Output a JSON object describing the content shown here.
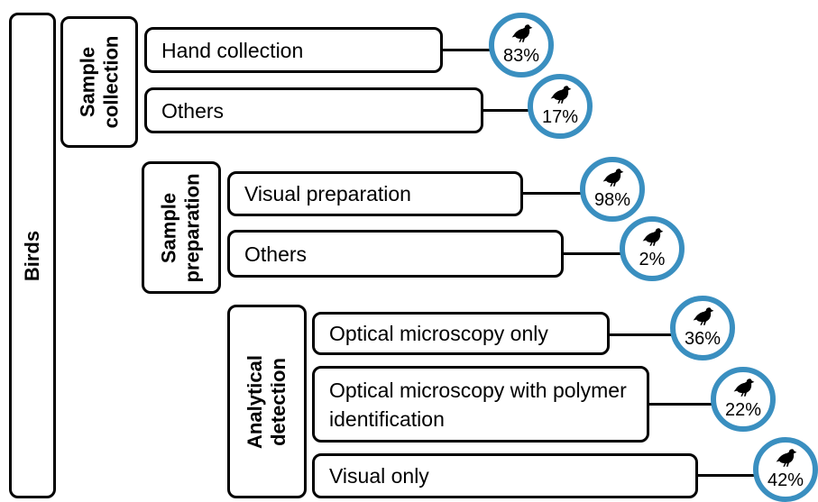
{
  "root": {
    "label": "Birds"
  },
  "groups": [
    {
      "label": "Sample\ncollection",
      "items": [
        {
          "label": "Hand collection",
          "percent": "83%",
          "icon": "bird-icon"
        },
        {
          "label": "Others",
          "percent": "17%",
          "icon": "bird-icon"
        }
      ]
    },
    {
      "label": "Sample\npreparation",
      "items": [
        {
          "label": "Visual preparation",
          "percent": "98%",
          "icon": "bird-icon"
        },
        {
          "label": "Others",
          "percent": "2%",
          "icon": "bird-icon"
        }
      ]
    },
    {
      "label": "Analytical\ndetection",
      "items": [
        {
          "label": "Optical microscopy only",
          "percent": "36%",
          "icon": "bird-icon"
        },
        {
          "label": "Optical microscopy with polymer identification",
          "percent": "22%",
          "icon": "bird-icon"
        },
        {
          "label": "Visual only",
          "percent": "42%",
          "icon": "bird-icon"
        }
      ]
    }
  ],
  "colors": {
    "badge_ring": "#3a8fc0",
    "box_border": "#000000"
  }
}
